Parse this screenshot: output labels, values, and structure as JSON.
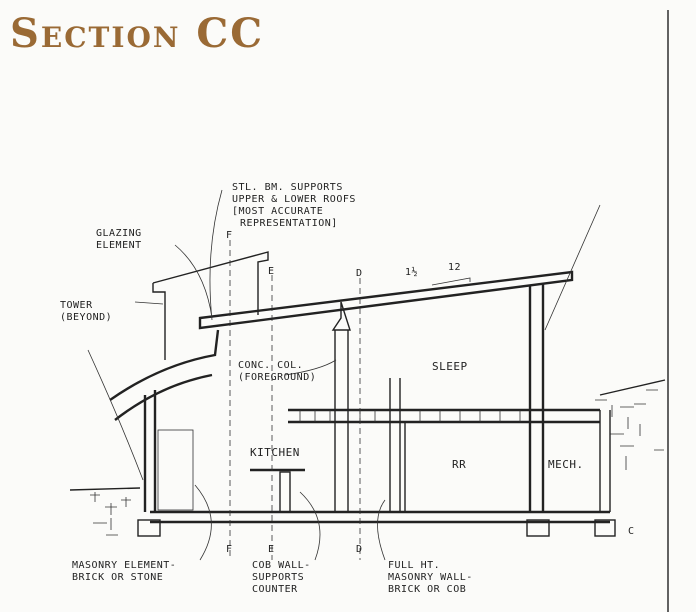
{
  "title": "Section CC",
  "colors": {
    "title": "#9a6a35",
    "ink": "#222222"
  },
  "labels": {
    "beam_note": [
      "STL. BM. SUPPORTS",
      "UPPER & LOWER ROOFS",
      "[MOST ACCURATE",
      "REPRESENTATION]"
    ],
    "glazing": [
      "GLAZING",
      "ELEMENT"
    ],
    "tower": [
      "TOWER",
      "(BEYOND)"
    ],
    "column": [
      "CONC. COL.",
      "(FOREGROUND)"
    ],
    "sleep": "SLEEP",
    "kitchen": "KITCHEN",
    "rr": "RR",
    "mech": "MECH.",
    "slope_rise": "1½",
    "slope_run": "12",
    "masonry": [
      "MASONRY ELEMENT-",
      "BRICK OR STONE"
    ],
    "cob": [
      "COB WALL-",
      "SUPPORTS",
      "COUNTER"
    ],
    "full_wall": [
      "FULL HT.",
      "MASONRY WALL-",
      "BRICK OR COB"
    ]
  },
  "gridlines": {
    "f": "F",
    "e": "E",
    "d": "D",
    "c": "C"
  }
}
